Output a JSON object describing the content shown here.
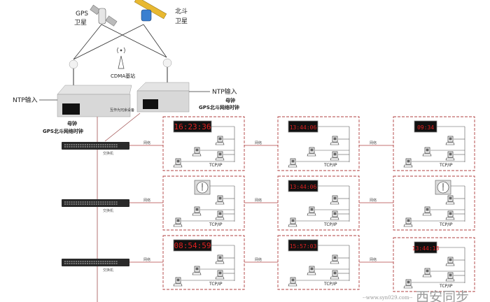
{
  "satellites": {
    "gps": {
      "line1": "GPS",
      "line2": "卫星"
    },
    "beidou": {
      "line1": "北斗",
      "line2": "卫星"
    }
  },
  "cdma_label": "CDMA基站",
  "master_clocks": {
    "left": {
      "ntp": "NTP输入",
      "title": "母钟",
      "subtitle": "GPS北斗网络时钟"
    },
    "right": {
      "ntp": "NTP输入",
      "title": "母钟",
      "subtitle": "GPS北斗网络时钟"
    },
    "redundancy_label": "互作为冗余设备"
  },
  "switch_label": "交换机",
  "network_label": "网络",
  "tcpip_label": "TCP/IP",
  "rows": [
    {
      "clocks": [
        {
          "kind": "led",
          "time": "16:23:36"
        },
        {
          "kind": "led",
          "time": "13:44:06"
        },
        {
          "kind": "led",
          "time": "09:34"
        }
      ]
    },
    {
      "clocks": [
        {
          "kind": "analog",
          "time": ""
        },
        {
          "kind": "led",
          "time": "13:44:06"
        },
        {
          "kind": "analog",
          "time": ""
        }
      ]
    },
    {
      "clocks": [
        {
          "kind": "led",
          "time": "08:54:59"
        },
        {
          "kind": "led",
          "time": "15:57:03"
        },
        {
          "kind": "led",
          "time": "13:44:18"
        }
      ]
    }
  ],
  "watermark": {
    "text": "西安同步",
    "url": "--www.syn029.com--"
  },
  "colors": {
    "frame": "#b04040",
    "led": "#e02020",
    "line": "#555555"
  }
}
